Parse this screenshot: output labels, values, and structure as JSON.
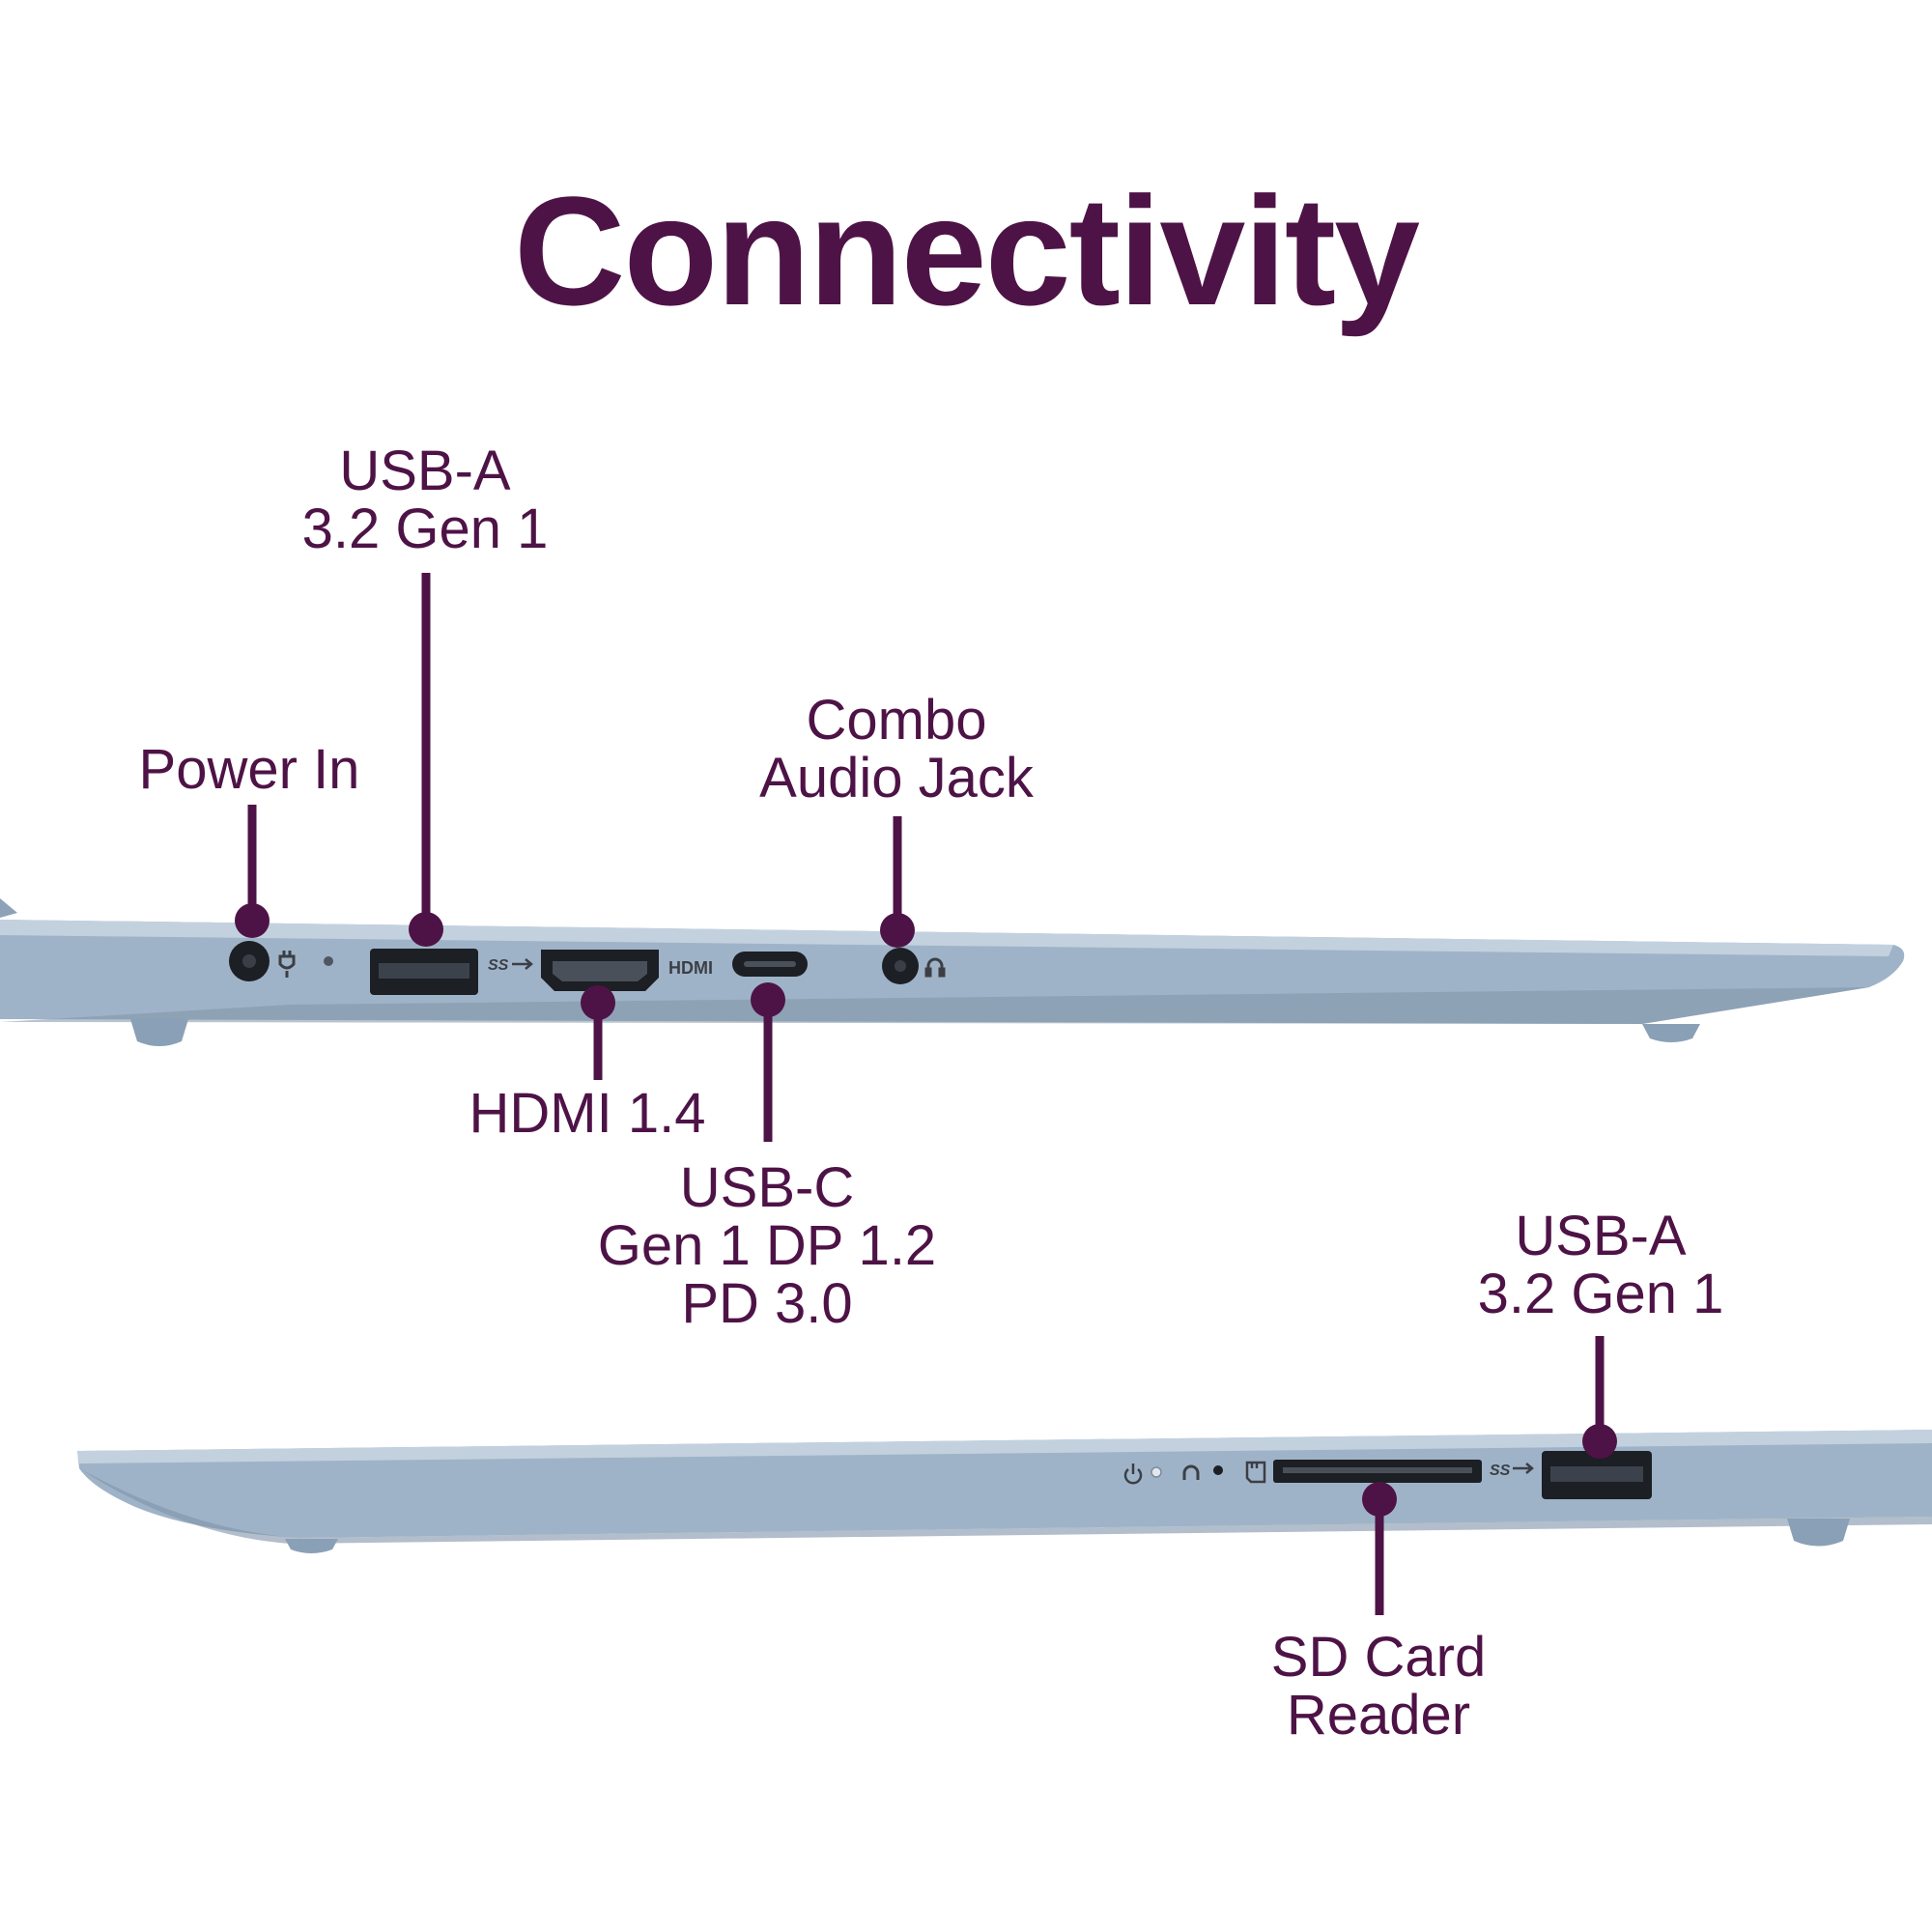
{
  "title": "Connectivity",
  "colors": {
    "accent": "#4e1346",
    "laptop_body": "#9fb3c8",
    "laptop_edge": "#c3d1df",
    "laptop_shadow": "#7f93a8",
    "port_dark": "#1c1f24"
  },
  "side_left": {
    "labels": {
      "power_in": [
        "Power In"
      ],
      "usb_a": [
        "USB-A",
        "3.2 Gen 1"
      ],
      "combo_audio": [
        "Combo",
        "Audio Jack"
      ],
      "hdmi": [
        "HDMI 1.4"
      ],
      "usb_c": [
        "USB-C",
        "Gen 1 DP 1.2",
        "PD 3.0"
      ]
    },
    "port_badges": {
      "ss_usb": "SS",
      "hdmi": "HDMI"
    }
  },
  "side_right": {
    "labels": {
      "usb_a": [
        "USB-A",
        "3.2 Gen 1"
      ],
      "sd_card": [
        "SD Card",
        "Reader"
      ]
    },
    "port_badges": {
      "ss_usb": "SS"
    }
  },
  "icons": [
    "power-plug-icon",
    "power-icon",
    "headphone-icon",
    "sd-card-icon",
    "ss-usb-icon"
  ]
}
